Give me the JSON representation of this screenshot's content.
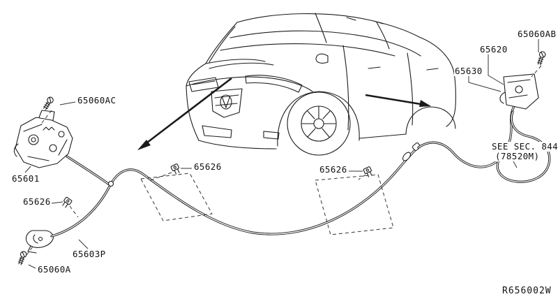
{
  "diagram": {
    "type": "parts-diagram",
    "code": "R656002W",
    "note_line1": "SEE SEC. 844",
    "note_line2": "(78520M)",
    "parts": {
      "bolt_ab": "65060AB",
      "cable_assy": "65620",
      "latch": "65630",
      "bolt_ac": "65060AC",
      "hood_lock": "65601",
      "clip": "65626",
      "release_cable": "65603P",
      "bolt_a": "65060A"
    }
  }
}
